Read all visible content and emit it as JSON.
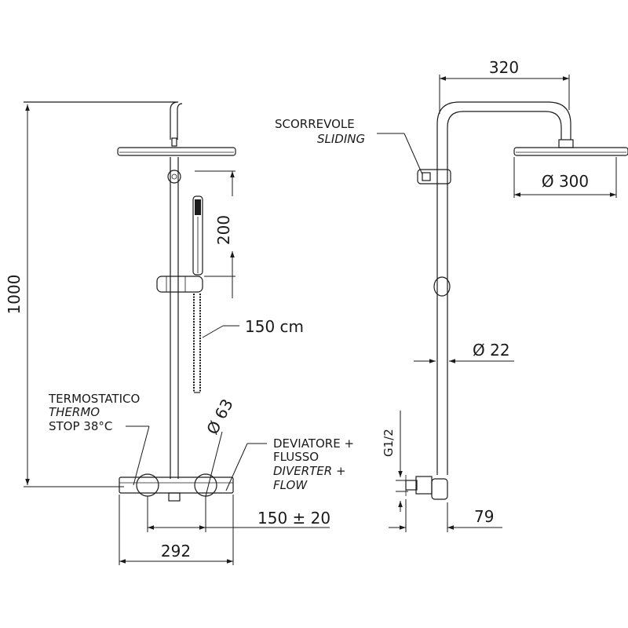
{
  "dimensions": {
    "total_height": "1000",
    "arm_length": "320",
    "head_diameter": "Ø 300",
    "hand_shower": "200",
    "hose": "150 cm",
    "knob_diameter": "Ø 63",
    "bar_diameter": "Ø 22",
    "center_distance": "150 ± 20",
    "mixer_width": "292",
    "wall_depth": "79",
    "thread": "G1/2"
  },
  "labels": {
    "thermostatic": {
      "line1": "TERMOSTATICO",
      "line2": "THERMO",
      "line3": "STOP 38°C"
    },
    "diverter": {
      "line1": "DEVIATORE +",
      "line2": "FLUSSO",
      "line3": "DIVERTER +",
      "line4": "FLOW"
    },
    "sliding": {
      "line1": "SCORREVOLE",
      "line2": "SLIDING"
    }
  }
}
